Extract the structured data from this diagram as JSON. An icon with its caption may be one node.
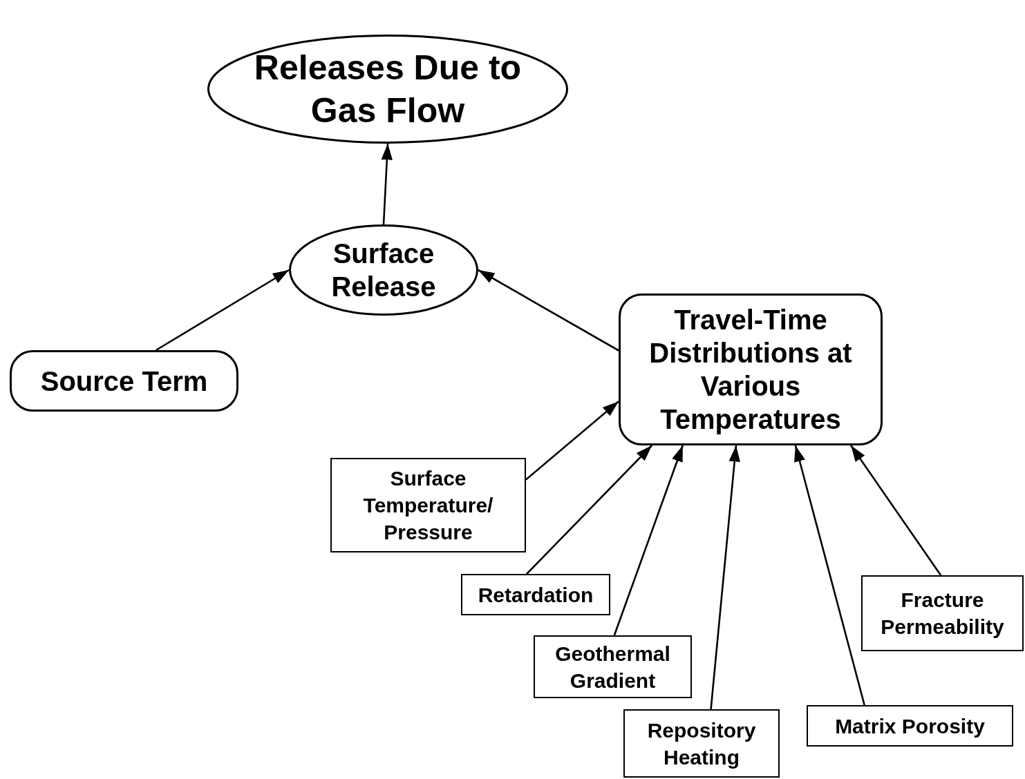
{
  "diagram": {
    "nodes": [
      {
        "text": [
          "Releases Due to Gas Flow"
        ]
      },
      {
        "text": [
          "Surface Release"
        ]
      },
      {
        "text": [
          "Source Term"
        ]
      },
      {
        "text": [
          "Travel-Time Distributions at Various Temperatures"
        ]
      },
      {
        "text": [
          "Surface Temperature/ Pressure"
        ]
      },
      {
        "text": [
          "Retardation"
        ]
      },
      {
        "text": [
          "Geothermal Gradient"
        ]
      },
      {
        "text": [
          "Repository Heating"
        ]
      },
      {
        "text": [
          "Matrix Porosity"
        ]
      },
      {
        "text": [
          "Fracture Permeability"
        ]
      }
    ],
    "edges": [
      {
        "from": 1,
        "to": 0,
        "arrow": "to"
      },
      {
        "from": 2,
        "to": 1,
        "arrow": "to"
      },
      {
        "from": 3,
        "to": 1,
        "arrow": "to"
      },
      {
        "from": 4,
        "to": 3,
        "arrow": "to"
      },
      {
        "from": 5,
        "to": 3,
        "arrow": "to"
      },
      {
        "from": 6,
        "to": 3,
        "arrow": "to"
      },
      {
        "from": 7,
        "to": 3,
        "arrow": "to"
      },
      {
        "from": 8,
        "to": 3,
        "arrow": "to"
      },
      {
        "from": 9,
        "to": 3,
        "arrow": "to"
      }
    ]
  }
}
